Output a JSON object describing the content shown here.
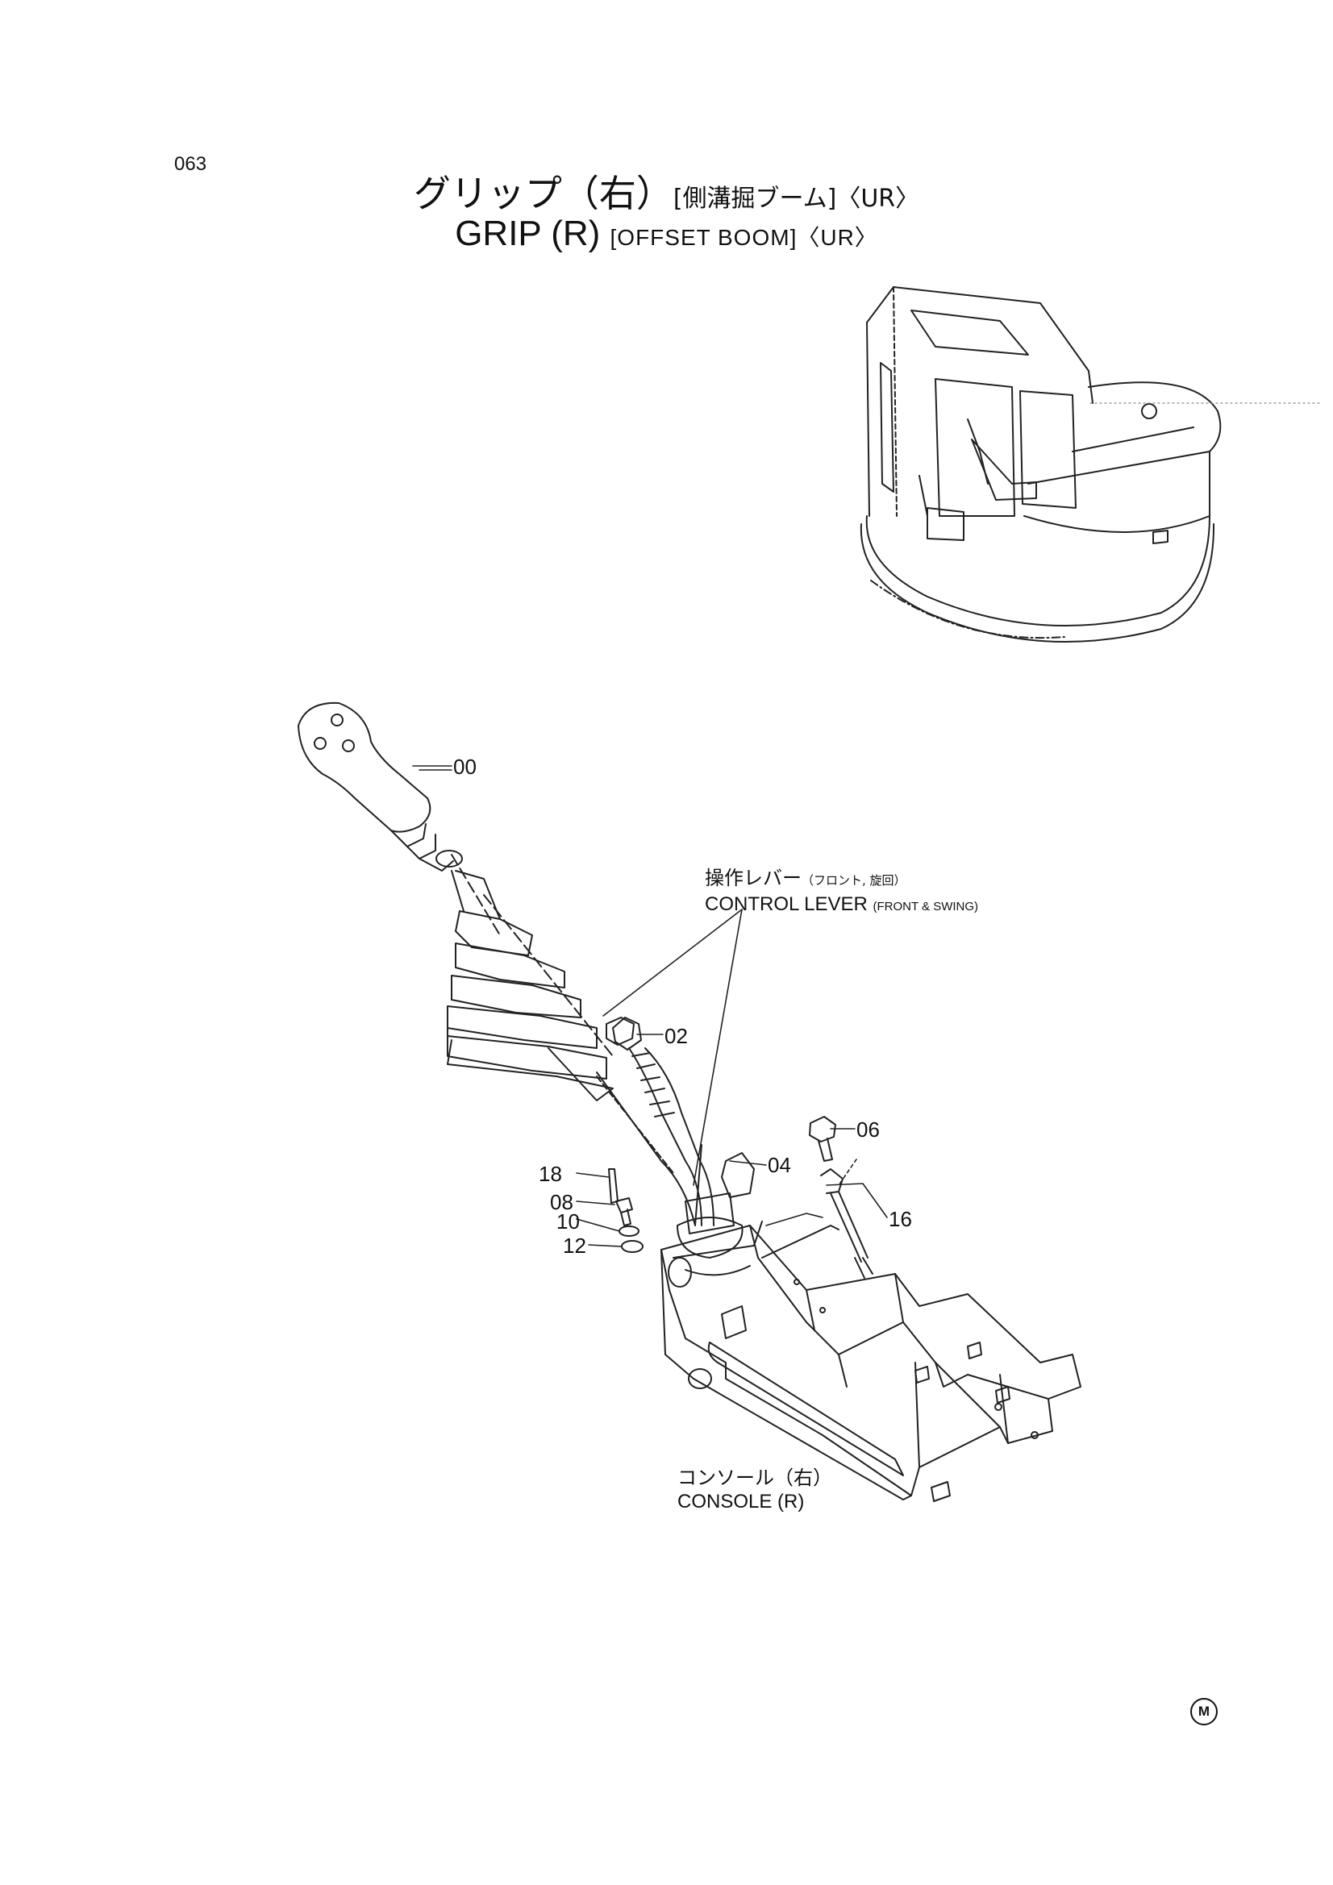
{
  "page": {
    "number": "063"
  },
  "title": {
    "jp_main": "グリップ（右）",
    "jp_sub": "[側溝掘ブーム]〈UR〉",
    "en_main": "GRIP (R)",
    "en_sub": "[OFFSET BOOM]〈UR〉"
  },
  "callouts": {
    "control_lever": {
      "jp": "操作レバー",
      "jp_note": "（フロント, 旋回）",
      "en": "CONTROL LEVER",
      "en_note": "(FRONT & SWING)"
    },
    "console": {
      "jp": "コンソール（右）",
      "en": "CONSOLE (R)"
    }
  },
  "parts": [
    {
      "id": "00"
    },
    {
      "id": "02"
    },
    {
      "id": "04"
    },
    {
      "id": "06"
    },
    {
      "id": "08"
    },
    {
      "id": "10"
    },
    {
      "id": "12"
    },
    {
      "id": "16"
    },
    {
      "id": "18"
    }
  ],
  "footer": {
    "mark": "M"
  }
}
